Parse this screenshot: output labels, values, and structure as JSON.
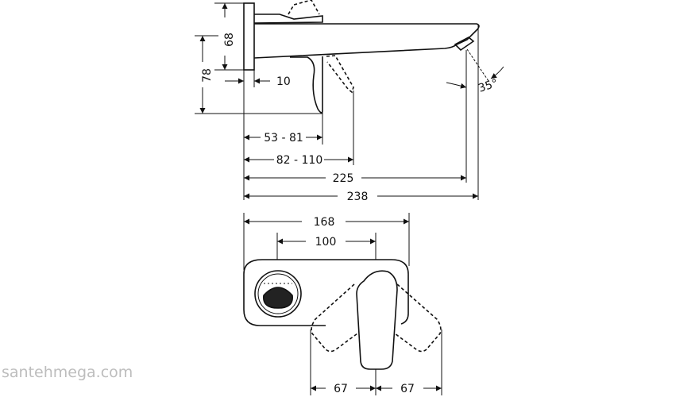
{
  "side_view": {
    "dims": {
      "height_68": "68",
      "height_78": "78",
      "plate_10": "10",
      "lever_53_81": "53 - 81",
      "lever_82_110": "82 - 110",
      "outlet_225": "225",
      "length_238": "238",
      "angle_35": "35°"
    }
  },
  "front_view": {
    "dims": {
      "width_168": "168",
      "width_100": "100",
      "swing_left_67": "67",
      "swing_right_67": "67"
    }
  },
  "watermark": "santehmega.com"
}
